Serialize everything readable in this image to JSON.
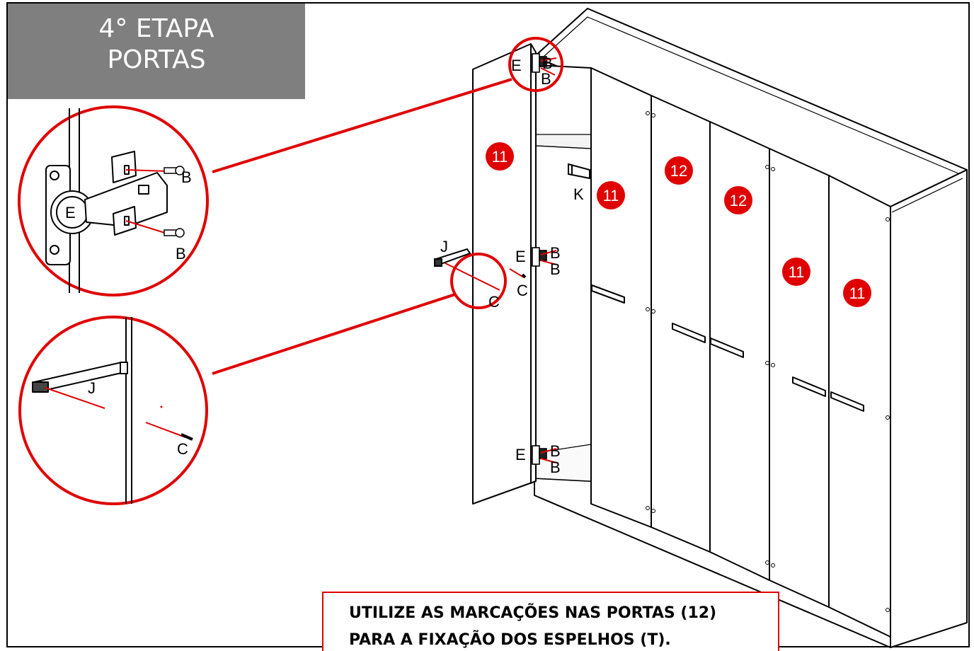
{
  "header": {
    "line1": "4° ETAPA",
    "line2": "PORTAS"
  },
  "note": {
    "line1": "UTILIZE AS MARCAÇÕES NAS PORTAS (12)",
    "line2": "PARA A FIXAÇÃO DOS ESPELHOS (T)."
  },
  "parts": {
    "hinge": "E",
    "screw_b": "B",
    "screw_c": "C",
    "handle": "J",
    "rod": "K"
  },
  "door_numbers": {
    "open_door": "11",
    "door_2": "11",
    "door_3": "12",
    "door_4": "12",
    "door_5": "11",
    "door_6": "11"
  },
  "colors": {
    "accent": "#e00000",
    "header_bg": "#7f7f7f",
    "line": "#000000"
  }
}
